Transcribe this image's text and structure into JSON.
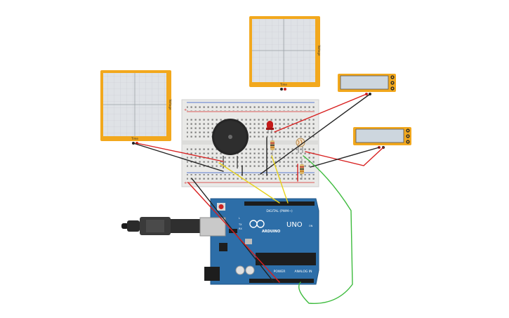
{
  "scopes": [
    {
      "x_label": "Time",
      "y_label": "Voltage"
    },
    {
      "x_label": "Time",
      "y_label": "Voltage"
    }
  ],
  "meters": [
    {
      "value": ""
    },
    {
      "value": ""
    }
  ],
  "arduino": {
    "brand": "ARDUINO",
    "model": "UNO",
    "header_digital": "DIGITAL (PWM~)",
    "header_power": "POWER",
    "header_analog": "ANALOG IN",
    "label_tx": "TX",
    "label_rx": "RX",
    "label_l": "L",
    "label_on": "ON"
  },
  "colors": {
    "board_blue": "#2d6ea8",
    "scope_frame": "#f2a81d",
    "wire_red": "#d82020",
    "wire_black": "#222222",
    "wire_yellow": "#e6d21a",
    "wire_green": "#3dbb3d"
  }
}
